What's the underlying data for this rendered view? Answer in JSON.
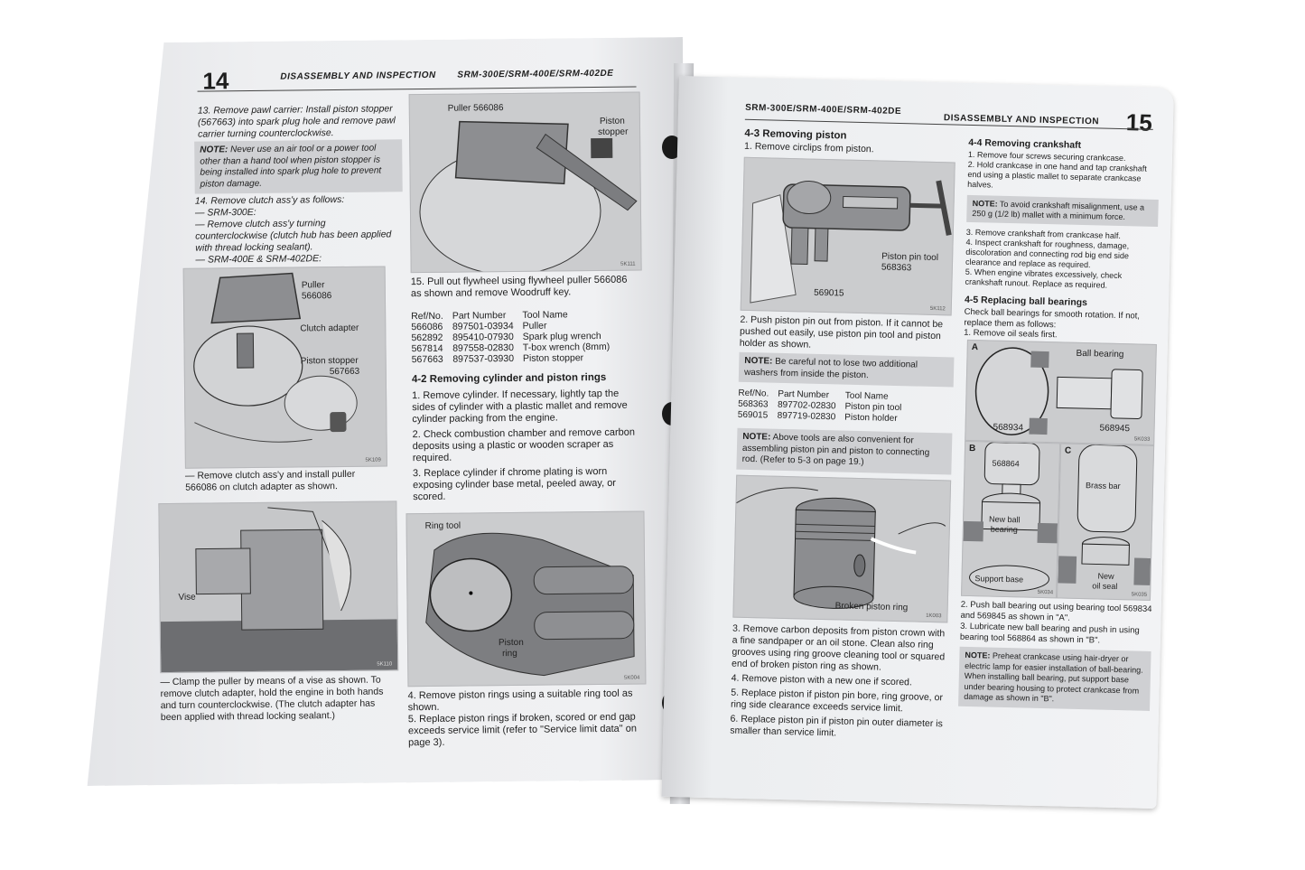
{
  "left_page": {
    "page_number": "14",
    "section_title": "DISASSEMBLY AND INSPECTION",
    "models": "SRM-300E/SRM-400E/SRM-402DE",
    "step13": "13. Remove pawl carrier: Install piston stopper (567663) into spark plug hole and remove pawl carrier turning counterclockwise.",
    "note1": {
      "label": "NOTE:",
      "text": "Never use an air tool or a power tool other than a hand tool when piston stopper is being installed into spark plug hole to prevent piston damage."
    },
    "step14": "14. Remove clutch ass'y as follows:",
    "step14_a": "— SRM-300E:",
    "step14_b": "— Remove clutch ass'y turning counterclockwise (clutch hub has been applied with thread locking sealant).",
    "step14_c": "— SRM-400E & SRM-402DE:",
    "fig_5k109": {
      "code": "5K109",
      "labels": [
        "Puller",
        "566086",
        "Clutch adapter",
        "Piston stopper",
        "567663"
      ]
    },
    "after_fig_5k109": "— Remove clutch ass'y and install puller 566086 on clutch adapter as shown.",
    "fig_5k110": {
      "code": "5K110",
      "labels": [
        "Vise"
      ]
    },
    "after_fig_5k110": "— Clamp the puller by means of a vise as shown. To remove clutch adapter, hold the engine in both hands and turn counterclockwise. (The clutch adapter has been applied with thread locking sealant.)",
    "fig_5k111": {
      "code": "5K111",
      "labels": [
        "Puller 566086",
        "Piston",
        "stopper"
      ]
    },
    "step15": "15. Pull out flywheel using flywheel puller 566086 as shown and remove Woodruff key.",
    "parts_table": {
      "headers": [
        "Ref/No.",
        "Part Number",
        "Tool Name"
      ],
      "rows": [
        [
          "566086",
          "897501-03934",
          "Puller"
        ],
        [
          "562892",
          "895410-07930",
          "Spark plug wrench"
        ],
        [
          "567814",
          "897558-02830",
          "T-box wrench (8mm)"
        ],
        [
          "567663",
          "897537-03930",
          "Piston stopper"
        ]
      ]
    },
    "section_4_2": {
      "title": "4-2 Removing cylinder and piston rings",
      "steps": [
        "1. Remove cylinder. If necessary, lightly tap the sides of cylinder with a plastic mallet and remove cylinder packing from the engine.",
        "2. Check combustion chamber and remove carbon deposits using a plastic or wooden scraper as required.",
        "3. Replace cylinder if chrome plating is worn exposing cylinder base metal, peeled away, or scored."
      ]
    },
    "fig_5k004": {
      "code": "5K004",
      "labels": [
        "Ring tool",
        "Piston",
        "ring"
      ]
    },
    "after_fig_5k004": [
      "4. Remove piston rings using a suitable ring tool as shown.",
      "5. Replace piston rings if broken, scored or end gap exceeds service limit (refer to \"Service limit data\" on page 3)."
    ]
  },
  "right_page": {
    "page_number": "15",
    "section_title": "DISASSEMBLY AND INSPECTION",
    "models": "SRM-300E/SRM-400E/SRM-402DE",
    "section_4_3": {
      "title": "4-3 Removing piston",
      "step1": "1. Remove circlips from piston.",
      "fig_5k112": {
        "code": "5K112",
        "labels": [
          "Piston pin tool",
          "568363",
          "569015"
        ]
      },
      "step2": "2. Push piston pin out from piston. If it cannot be pushed out easily, use piston pin tool and piston holder as shown.",
      "note1": {
        "label": "NOTE:",
        "text": "Be careful not to lose two additional washers from inside the piston."
      },
      "parts_table": {
        "headers": [
          "Ref/No.",
          "Part Number",
          "Tool Name"
        ],
        "rows": [
          [
            "568363",
            "897702-02830",
            "Piston pin tool"
          ],
          [
            "569015",
            "897719-02830",
            "Piston holder"
          ]
        ]
      },
      "note2": {
        "label": "NOTE:",
        "text": "Above tools are also convenient for assembling piston pin and piston to connecting rod. (Refer to 5-3 on page 19.)"
      },
      "fig_1k003": {
        "code": "1K003",
        "labels": [
          "Broken piston ring"
        ]
      },
      "steps_after": [
        "3. Remove carbon deposits from piston crown with a fine sandpaper or an oil stone. Clean also ring grooves using ring groove cleaning tool or squared end of broken piston ring as shown.",
        "4. Remove piston with a new one if scored.",
        "5. Replace piston if piston pin bore, ring groove, or ring side clearance exceeds service limit.",
        "6. Replace piston pin if piston pin outer diameter is smaller than service limit."
      ]
    },
    "section_4_4": {
      "title": "4-4 Removing crankshaft",
      "steps_a": "1. Remove four screws securing crankcase.\n2. Hold crankcase in one hand and tap crankshaft end using a plastic mallet to separate crankcase halves.",
      "note": {
        "label": "NOTE:",
        "text": "To avoid crankshaft misalignment, use a 250 g (1/2 lb) mallet with a minimum force."
      },
      "steps_b": "3. Remove crankshaft from crankcase half.\n4. Inspect crankshaft for roughness, damage, discoloration and connecting rod big end side clearance and replace as required.\n5. When engine vibrates excessively, check crankshaft runout. Replace as required."
    },
    "section_4_5": {
      "title": "4-5 Replacing ball bearings",
      "intro": "Check ball bearings for smooth rotation. If not, replace them as follows:\n1. Remove oil seals first.",
      "fig_a": {
        "panel": "A",
        "code": "5K033",
        "labels": [
          "Ball bearing",
          "568934",
          "568945"
        ]
      },
      "fig_b": {
        "panel": "B",
        "code": "5K034",
        "labels": [
          "568864",
          "New ball",
          "bearing",
          "Support base"
        ]
      },
      "fig_c": {
        "panel": "C",
        "code": "5K035",
        "labels": [
          "Brass bar",
          "New",
          "oil seal"
        ]
      },
      "steps": "2. Push ball bearing out using bearing tool 569834 and 569845 as shown in \"A\".\n3. Lubricate new ball bearing and push in using bearing tool 568864 as shown in \"B\".",
      "note": {
        "label": "NOTE:",
        "text": "Preheat crankcase using hair-dryer or electric lamp for easier installation of ball-bearing. When installing ball bearing, put support base under bearing housing to protect crankcase from damage as shown in \"B\"."
      }
    }
  }
}
